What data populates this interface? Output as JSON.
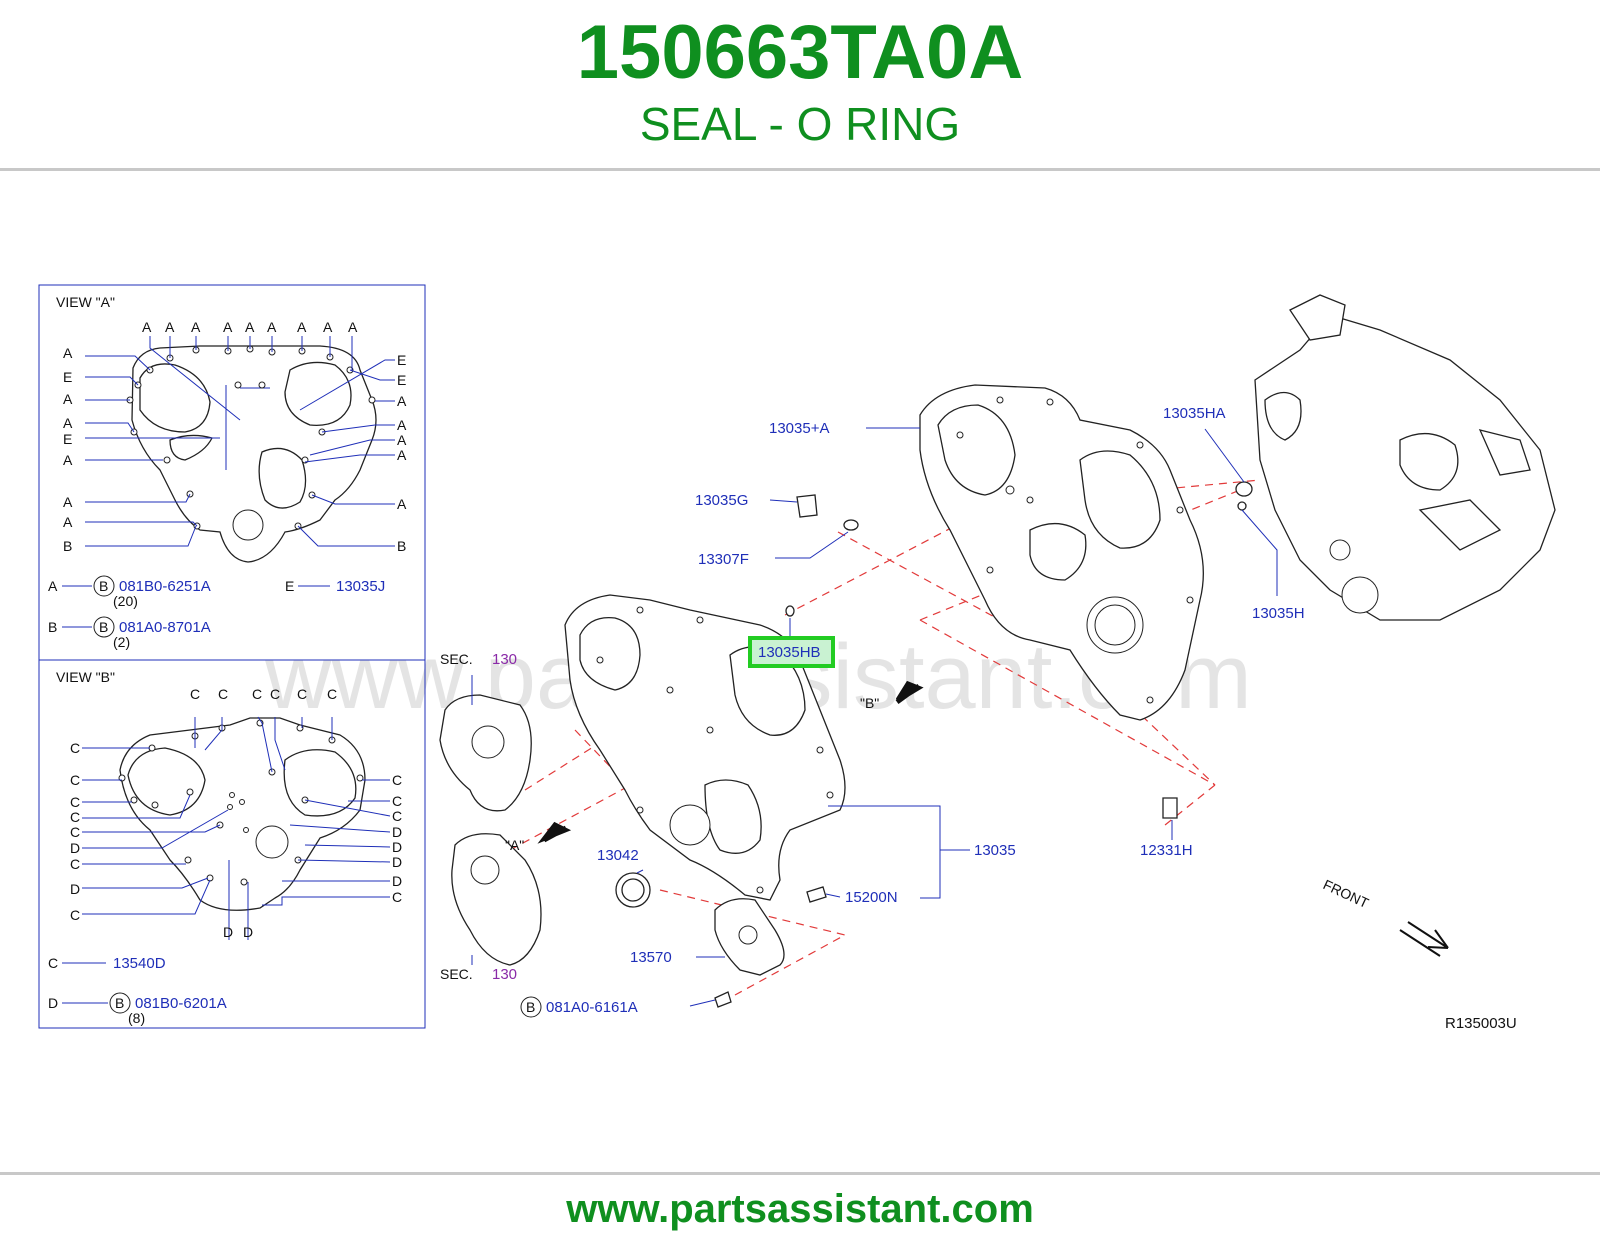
{
  "header": {
    "part_number": "150663TA0A",
    "part_name": "SEAL - O RING"
  },
  "footer": {
    "url": "www.partsassistant.com"
  },
  "watermark": "www.partsassistant.com",
  "diagram_code": "R135003U",
  "front_label": "FRONT",
  "view_a": {
    "title": "VIEW  \"A\"",
    "legend": [
      {
        "key": "A",
        "code": "081B0-6251A",
        "qty": "(20)",
        "badge": "B"
      },
      {
        "key": "B",
        "code": "081A0-8701A",
        "qty": "(2)",
        "badge": "B"
      },
      {
        "key": "E",
        "code": "13035J"
      }
    ],
    "letters": {
      "a": "A",
      "b": "B",
      "e": "E"
    }
  },
  "view_b": {
    "title": "VIEW  \"B\"",
    "legend": [
      {
        "key": "C",
        "code": "13540D"
      },
      {
        "key": "D",
        "code": "081B0-6201A",
        "qty": "(8)",
        "badge": "B"
      }
    ],
    "letters": {
      "c": "C",
      "d": "D"
    }
  },
  "callouts": {
    "p13035_a": "13035+A",
    "p13035g": "13035G",
    "p13307f": "13307F",
    "p13035hb": "13035HB",
    "p13035ha": "13035HA",
    "p13035h": "13035H",
    "p13035": "13035",
    "p12331h": "12331H",
    "p13042": "13042",
    "p15200n": "15200N",
    "p13570": "13570",
    "p081a0_6161a": "081A0-6161A",
    "bolt_badge": "B",
    "sec_label": "SEC.",
    "sec_num": "130",
    "view_a_ref": "\"A\"",
    "view_b_ref": "\"B\""
  },
  "colors": {
    "brand_green": "#0f8f1f",
    "callout_blue": "#1f2fb8",
    "highlight": "#22cc22",
    "section_purple": "#8a2aa8"
  }
}
